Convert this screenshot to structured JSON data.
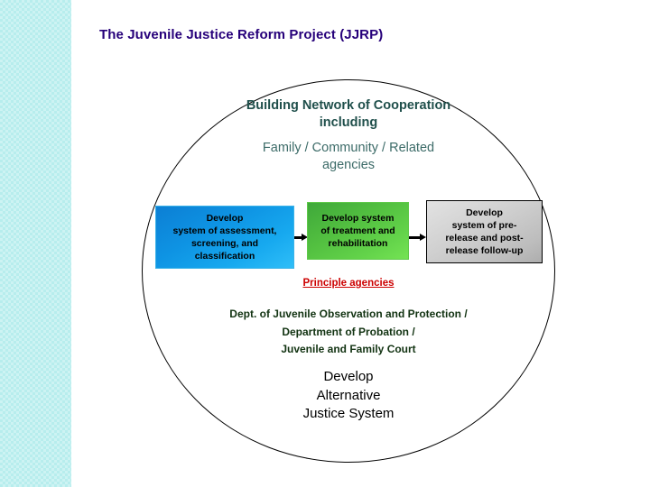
{
  "slide": {
    "title": "The Juvenile Justice Reform Project (JJRP)",
    "title_color": "#26007a",
    "background": "#ffffff"
  },
  "sidebar": {
    "name": "decorative-checker-band",
    "color": "#cdf3f3",
    "accent": "#b7eded"
  },
  "circle": {
    "heading_line1": "Building Network of Cooperation",
    "heading_line2": "including",
    "subtitle_line1": "Family / Community / Related",
    "subtitle_line2": "agencies",
    "heading_color": "#1f4f4b",
    "subtitle_color": "#3c6b68",
    "stroke_color": "#000000"
  },
  "process": {
    "boxes": [
      {
        "id": "assessment",
        "color": "#17a9ef",
        "lines": [
          "Develop",
          "system of assessment,",
          "screening, and",
          "classification"
        ]
      },
      {
        "id": "treatment",
        "color": "#63d34a",
        "lines": [
          "Develop system",
          "of treatment and",
          "rehabilitation"
        ]
      },
      {
        "id": "release",
        "color": "#bdbdbd",
        "lines": [
          "Develop",
          "system of pre-",
          "release and post-",
          "release follow-up"
        ]
      }
    ],
    "connector": "arrow-right"
  },
  "agencies": {
    "label": "Principle agencies",
    "label_color": "#cc0000",
    "list_color": "#123312",
    "lines": [
      "Dept. of Juvenile Observation and Protection /",
      "Department of Probation /",
      "Juvenile and Family Court"
    ]
  },
  "outcome": {
    "color": "#000000",
    "lines": [
      "Develop",
      "Alternative",
      "Justice System"
    ]
  }
}
